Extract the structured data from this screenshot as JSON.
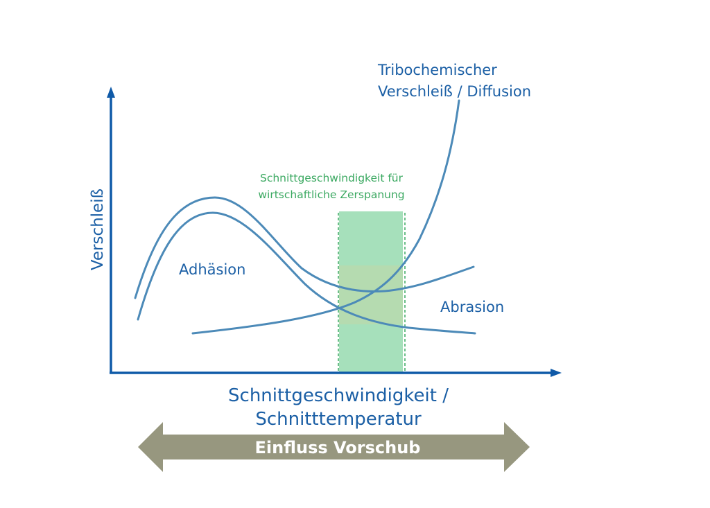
{
  "labels": {
    "y_axis": "Verschleiß",
    "x_axis_line1": "Schnittgeschwindigkeit /",
    "x_axis_line2": "Schnitttemperatur",
    "tribo_line1": "Tribochemischer",
    "tribo_line2": "Verschleiß / Diffusion",
    "adhesion": "Adhäsion",
    "abrasion": "Abrasion",
    "zone_line1": "Schnittgeschwindigkeit für",
    "zone_line2": "wirtschaftliche Zerspanung",
    "feed_arrow": "Einfluss Vorschub"
  },
  "colors": {
    "axis": "#0f5aa8",
    "curves": "#4c8ab8",
    "text_blue": "#1b5fa5",
    "zone_fill": "#a6e0bb",
    "zone_text": "#3aa860",
    "feed_arrow": "#97977f"
  }
}
